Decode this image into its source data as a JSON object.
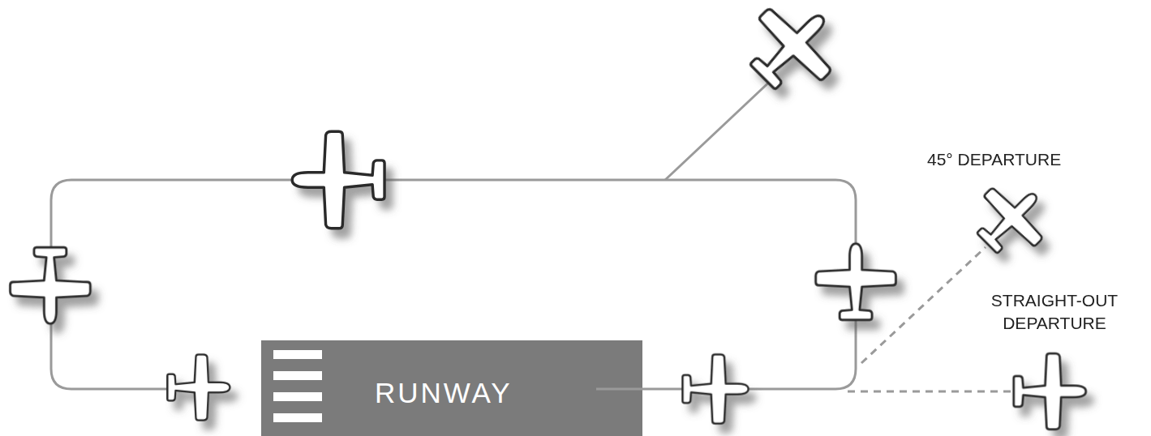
{
  "diagram": {
    "nodes": [
      {
        "text": [
          "RUNWAY"
        ]
      }
    ],
    "labels": [
      "45° DEPARTURE",
      "STRAIGHT-OUT DEPARTURE"
    ]
  }
}
